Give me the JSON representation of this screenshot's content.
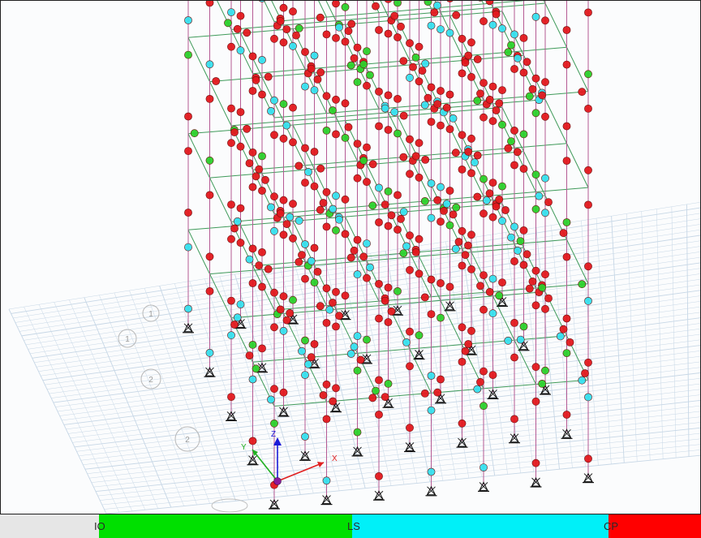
{
  "viewport": {
    "axes": {
      "x_label": "X",
      "y_label": "Y",
      "z_label": "Z"
    },
    "grid_bubbles": [
      "1",
      "1",
      "2",
      "2"
    ],
    "colors": {
      "frame": "#b55a94",
      "beam": "#3f9a5a",
      "grid": "#c7d7e6",
      "hinge_IO": "#2bd12b",
      "hinge_LS": "#36e0ee",
      "hinge_CP": "#e3181d",
      "axis_x": "#e02020",
      "axis_y": "#20b020",
      "axis_z": "#1a1ad8"
    }
  },
  "legend": {
    "segments": [
      {
        "label": "",
        "color": "#e6e6e6"
      },
      {
        "label": "IO",
        "color": "#00e000"
      },
      {
        "label": "LS",
        "color": "#00f0f8"
      },
      {
        "label": "CP",
        "color": "#ff0000"
      }
    ]
  }
}
